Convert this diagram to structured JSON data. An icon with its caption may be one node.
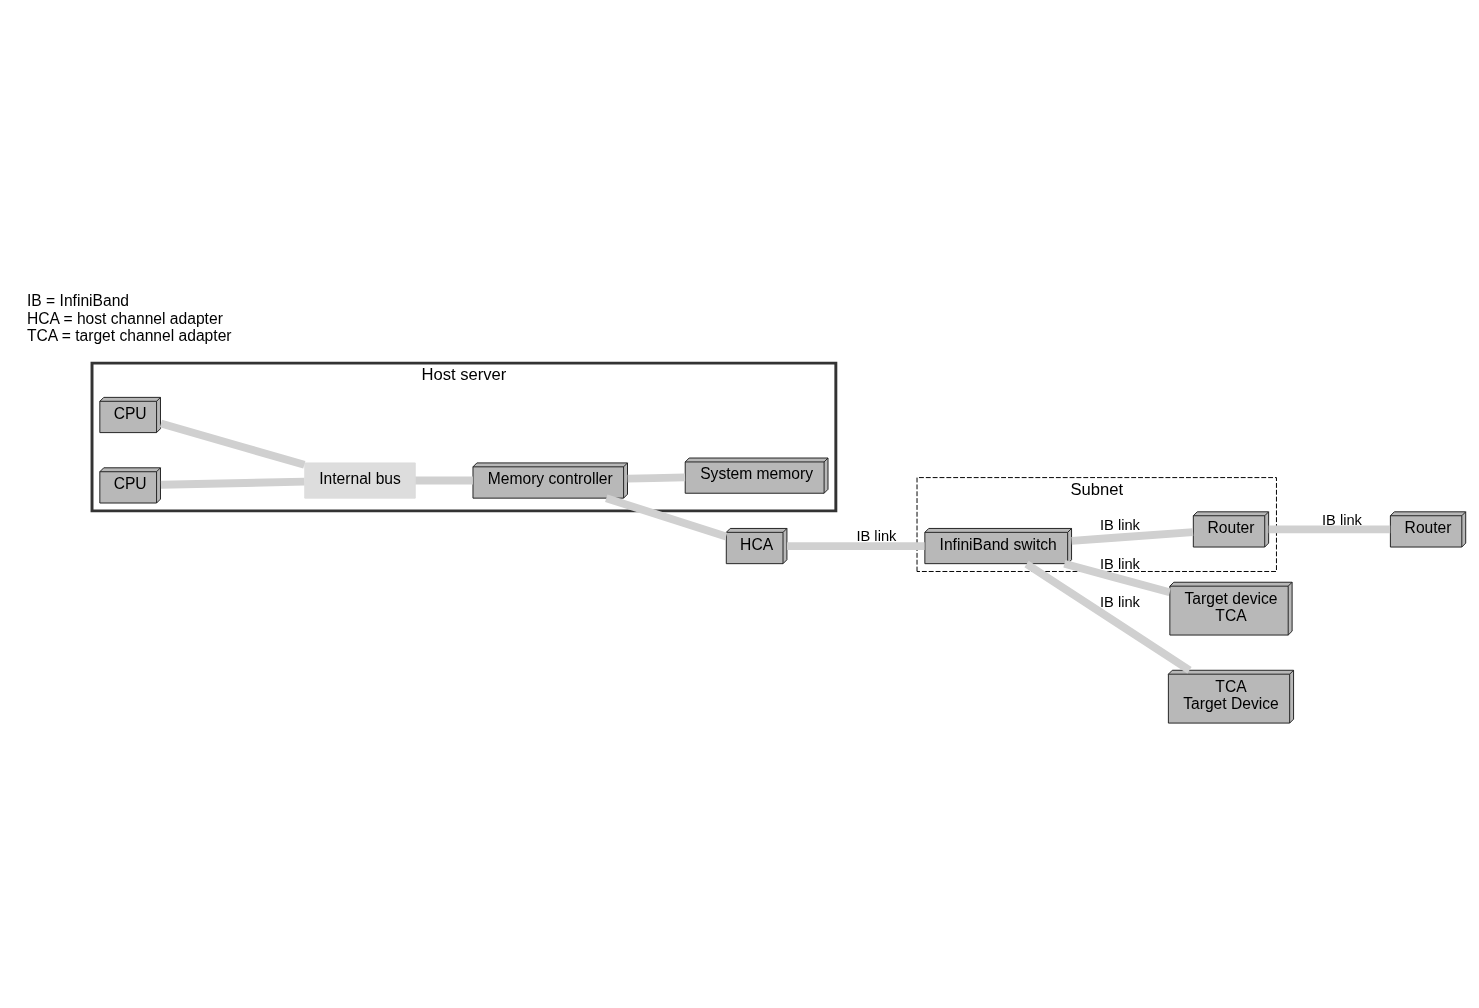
{
  "diagram": {
    "nodes": [
      {
        "text": [
          "Host server"
        ]
      },
      {
        "text": [
          "CPU"
        ],
        "in": 0
      },
      {
        "text": [
          "CPU"
        ],
        "in": 0
      },
      {
        "text": [
          "Internal bus"
        ],
        "in": 0
      },
      {
        "text": [
          "Memory controller"
        ],
        "in": 0
      },
      {
        "text": [
          "System memory"
        ],
        "in": 0
      },
      {
        "text": [
          "HCA"
        ]
      },
      {
        "text": [
          "Subnet"
        ]
      },
      {
        "text": [
          "Target device",
          "TCA"
        ]
      },
      {
        "text": [
          "InfiniBand switch"
        ],
        "in": 7
      },
      {
        "text": [
          "TCA",
          "Target Device"
        ]
      },
      {
        "text": [
          "Router"
        ],
        "in": 7
      },
      {
        "text": [
          "Router"
        ]
      }
    ],
    "edges": [
      {
        "from": 1,
        "to": 3,
        "arrow": "none"
      },
      {
        "from": 2,
        "to": 3,
        "arrow": "none"
      },
      {
        "from": 3,
        "to": 4,
        "arrow": "none"
      },
      {
        "from": 4,
        "to": 5,
        "arrow": "none"
      },
      {
        "from": 4,
        "to": 6,
        "arrow": "none"
      },
      {
        "from": 6,
        "to": 9,
        "arrow": "none",
        "label": "IB link"
      },
      {
        "from": 9,
        "to": 8,
        "arrow": "none",
        "label": "IB link"
      },
      {
        "from": 9,
        "to": 10,
        "arrow": "none",
        "label": "IB link"
      },
      {
        "from": 9,
        "to": 11,
        "arrow": "none",
        "label": "IB link"
      },
      {
        "from": 11,
        "to": 12,
        "arrow": "none",
        "label": "IB link"
      }
    ],
    "labels": [
      "IB = InfiniBand",
      "HCA = host channel adapter",
      "TCA = target channel adapter"
    ]
  }
}
